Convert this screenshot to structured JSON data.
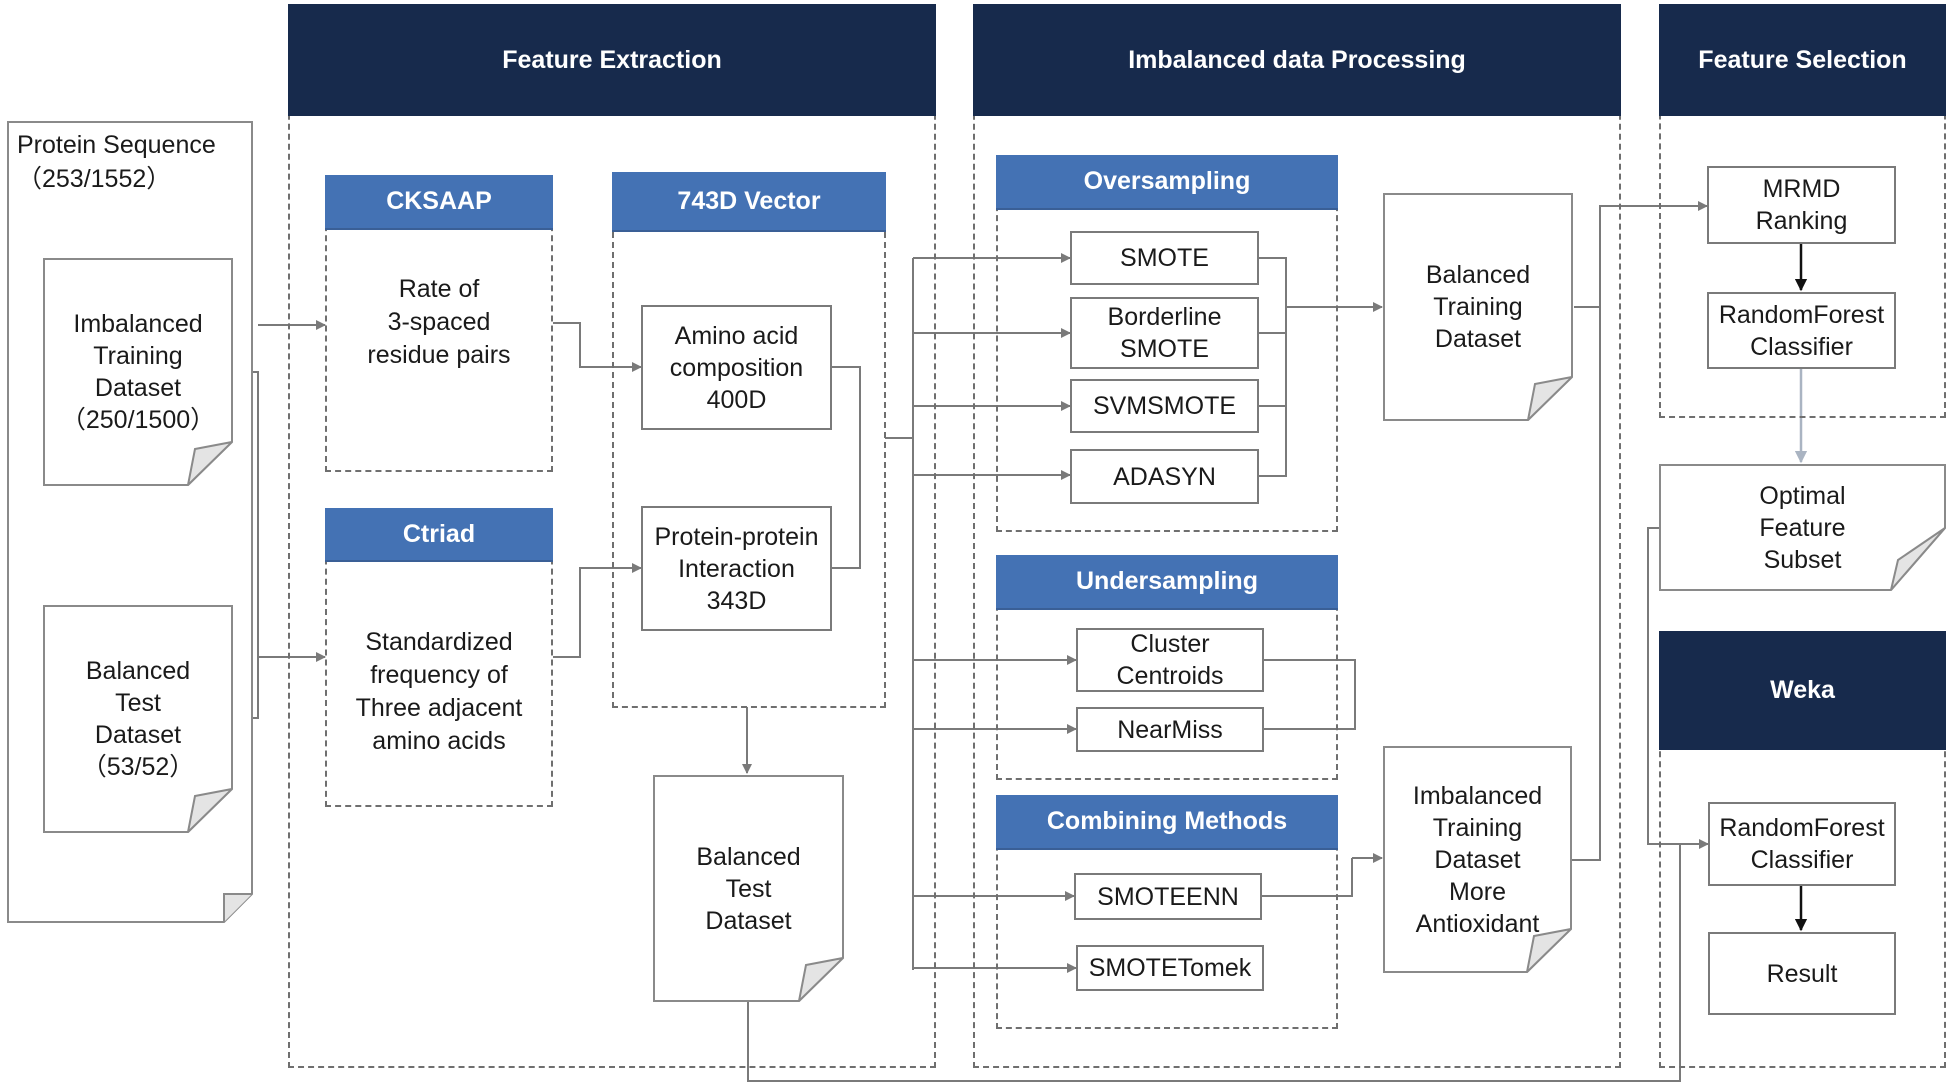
{
  "headers": {
    "feature_extraction": "Feature Extraction",
    "imbalanced_processing": "Imbalanced data Processing",
    "feature_selection": "Feature Selection",
    "weka": "Weka"
  },
  "input": {
    "protein_sequence": "Protein Sequence\n（253/1552）",
    "imbalanced_training": "Imbalanced\nTraining\nDataset\n（250/1500）",
    "balanced_test": "Balanced\nTest\nDataset\n（53/52）"
  },
  "extraction": {
    "cksaap_title": "CKSAAP",
    "cksaap_desc": "Rate of\n3-spaced\nresidue pairs",
    "ctriad_title": "Ctriad",
    "ctriad_desc": "Standardized\nfrequency of\nThree adjacent\namino acids",
    "vector_title": "743D Vector",
    "aac": "Amino acid\ncomposition\n400D",
    "ppi": "Protein-protein\nInteraction\n343D",
    "balanced_test": "Balanced\nTest\nDataset"
  },
  "processing": {
    "oversampling_title": "Oversampling",
    "oversampling_methods": [
      "SMOTE",
      "Borderline\nSMOTE",
      "SVMSMOTE",
      "ADASYN"
    ],
    "undersampling_title": "Undersampling",
    "undersampling_methods": [
      "Cluster\nCentroids",
      "NearMiss"
    ],
    "combining_title": "Combining Methods",
    "combining_methods": [
      "SMOTEENN",
      "SMOTETomek"
    ],
    "balanced_training": "Balanced\nTraining\nDataset",
    "imbalanced_training": "Imbalanced\nTraining\nDataset\nMore\nAntioxidant"
  },
  "selection": {
    "mrmd": "MRMD\nRanking",
    "rf": "RandomForest\nClassifier",
    "optimal": "Optimal\nFeature\nSubset"
  },
  "weka": {
    "rf": "RandomForest\nClassifier",
    "result": "Result"
  },
  "colors": {
    "navy_header": "#172a4c",
    "blue_header": "#4472b4",
    "connector": "#7a7a7a",
    "dark_arrow": "#111111"
  }
}
